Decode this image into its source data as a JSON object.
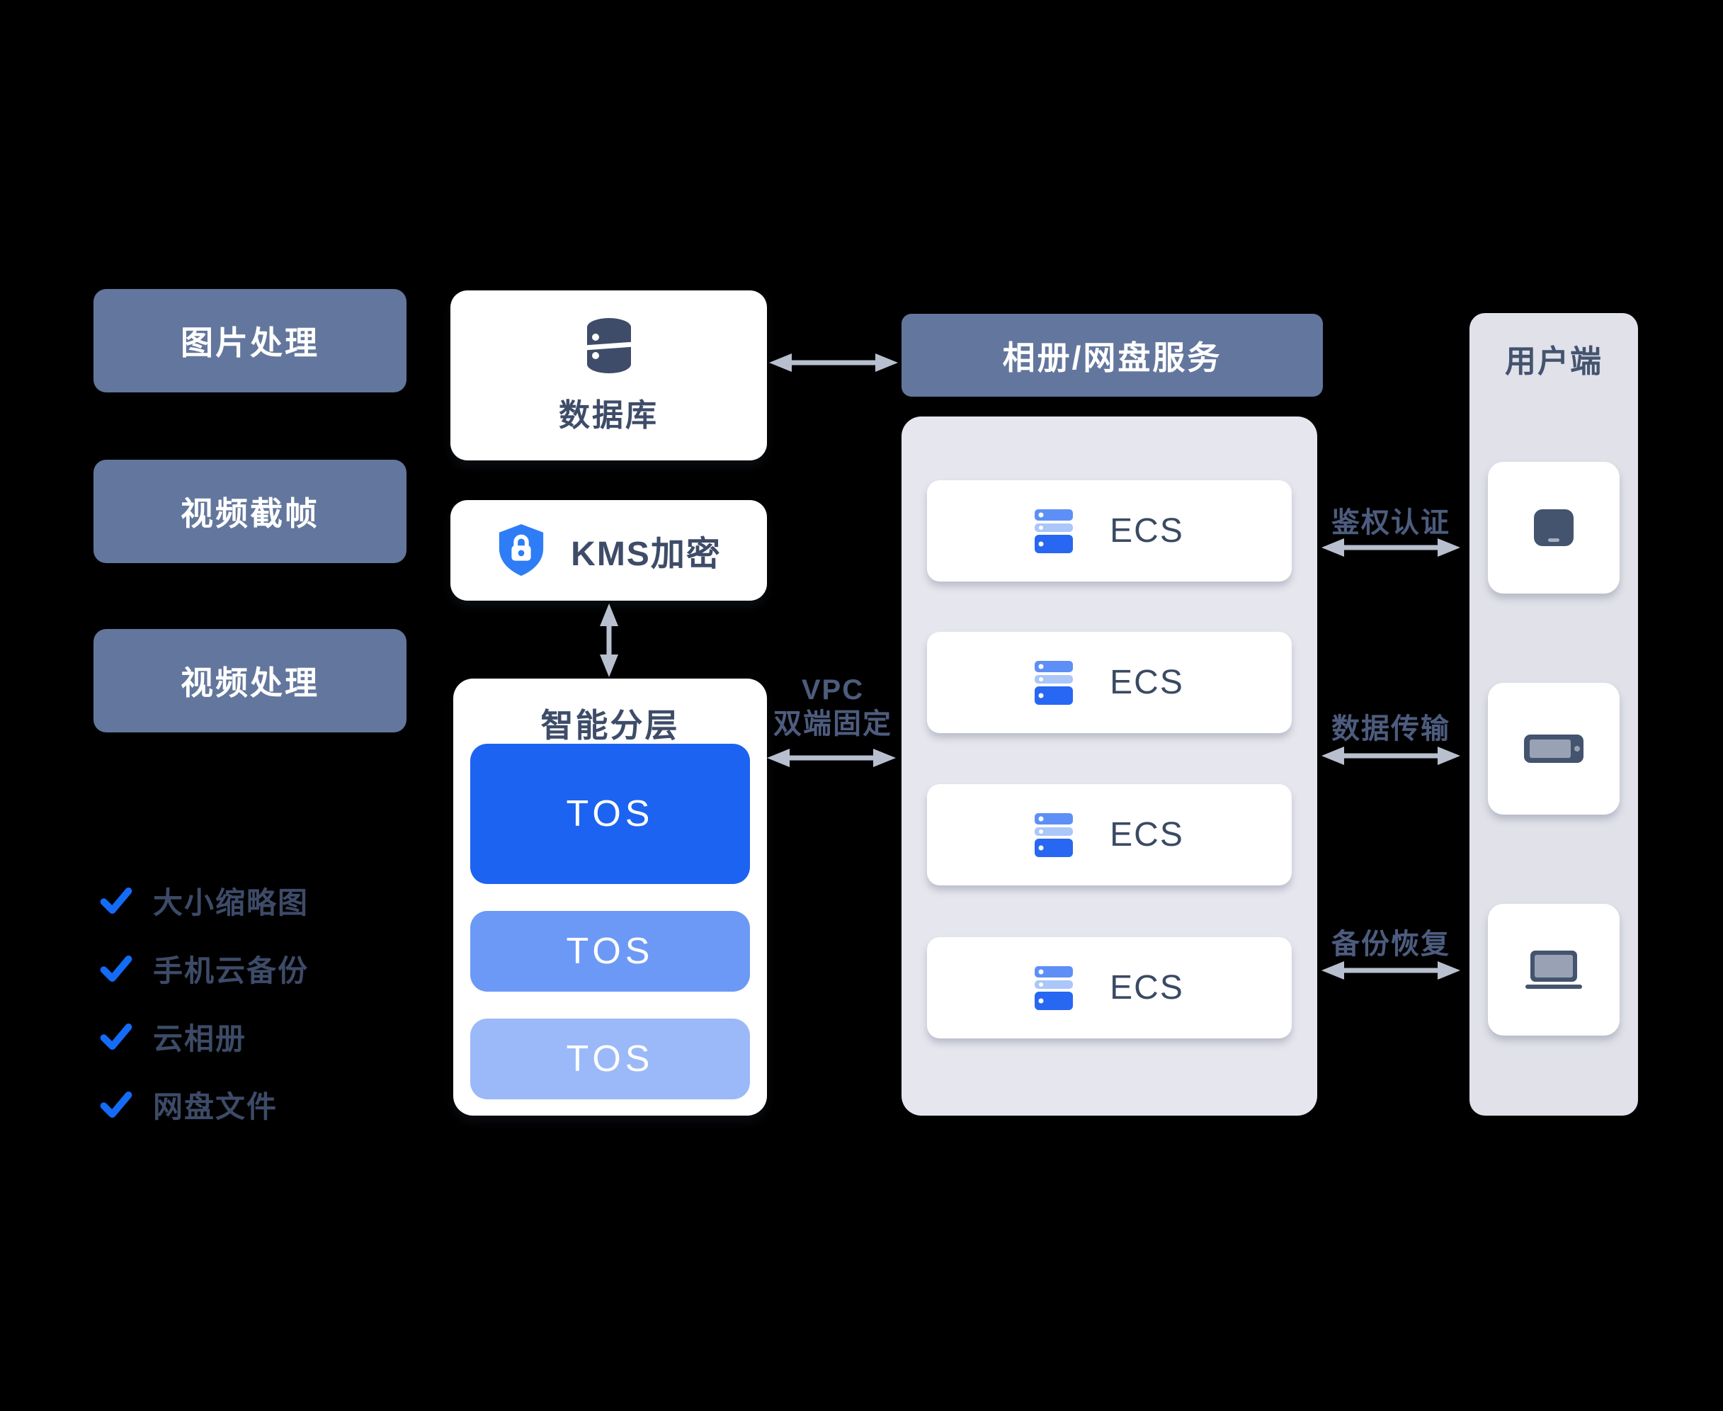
{
  "diagram": {
    "left_features": [
      {
        "label": "图片处理"
      },
      {
        "label": "视频截帧"
      },
      {
        "label": "视频处理"
      }
    ],
    "checklist": [
      {
        "label": "大小缩略图"
      },
      {
        "label": "手机云备份"
      },
      {
        "label": "云相册"
      },
      {
        "label": "网盘文件"
      }
    ],
    "database": {
      "label": "数据库"
    },
    "kms": {
      "label": "KMS加密"
    },
    "tiering": {
      "title": "智能分层",
      "tiers": [
        {
          "label": "TOS",
          "color": "#1d63f1"
        },
        {
          "label": "TOS",
          "color": "#6d99f6"
        },
        {
          "label": "TOS",
          "color": "#9bb9f8"
        }
      ]
    },
    "service_header": {
      "label": "相册/网盘服务"
    },
    "ecs": {
      "servers": [
        {
          "label": "ECS"
        },
        {
          "label": "ECS"
        },
        {
          "label": "ECS"
        },
        {
          "label": "ECS"
        }
      ]
    },
    "client": {
      "title": "用户端",
      "devices": [
        "phone",
        "tablet",
        "laptop"
      ]
    },
    "connections": {
      "vpc": {
        "line1": "VPC",
        "line2": "双端固定"
      },
      "right_links": [
        {
          "label": "鉴权认证"
        },
        {
          "label": "数据传输"
        },
        {
          "label": "备份恢复"
        }
      ]
    },
    "colors": {
      "background": "#000000",
      "slate_box": "#63769d",
      "panel_gray": "#e6e6ee",
      "client_gray": "#e0e1e9",
      "arrow": "#b8bfce",
      "dark_text": "#3e4c69",
      "label_on_dark": "#4d5c7e",
      "shield_blue": "#2e7df7",
      "check_blue": "#146bf6",
      "server_bar_top": "#5e8ff6",
      "server_bar_mid": "#abc6f9",
      "server_bar_bottom": "#2767f2"
    }
  }
}
